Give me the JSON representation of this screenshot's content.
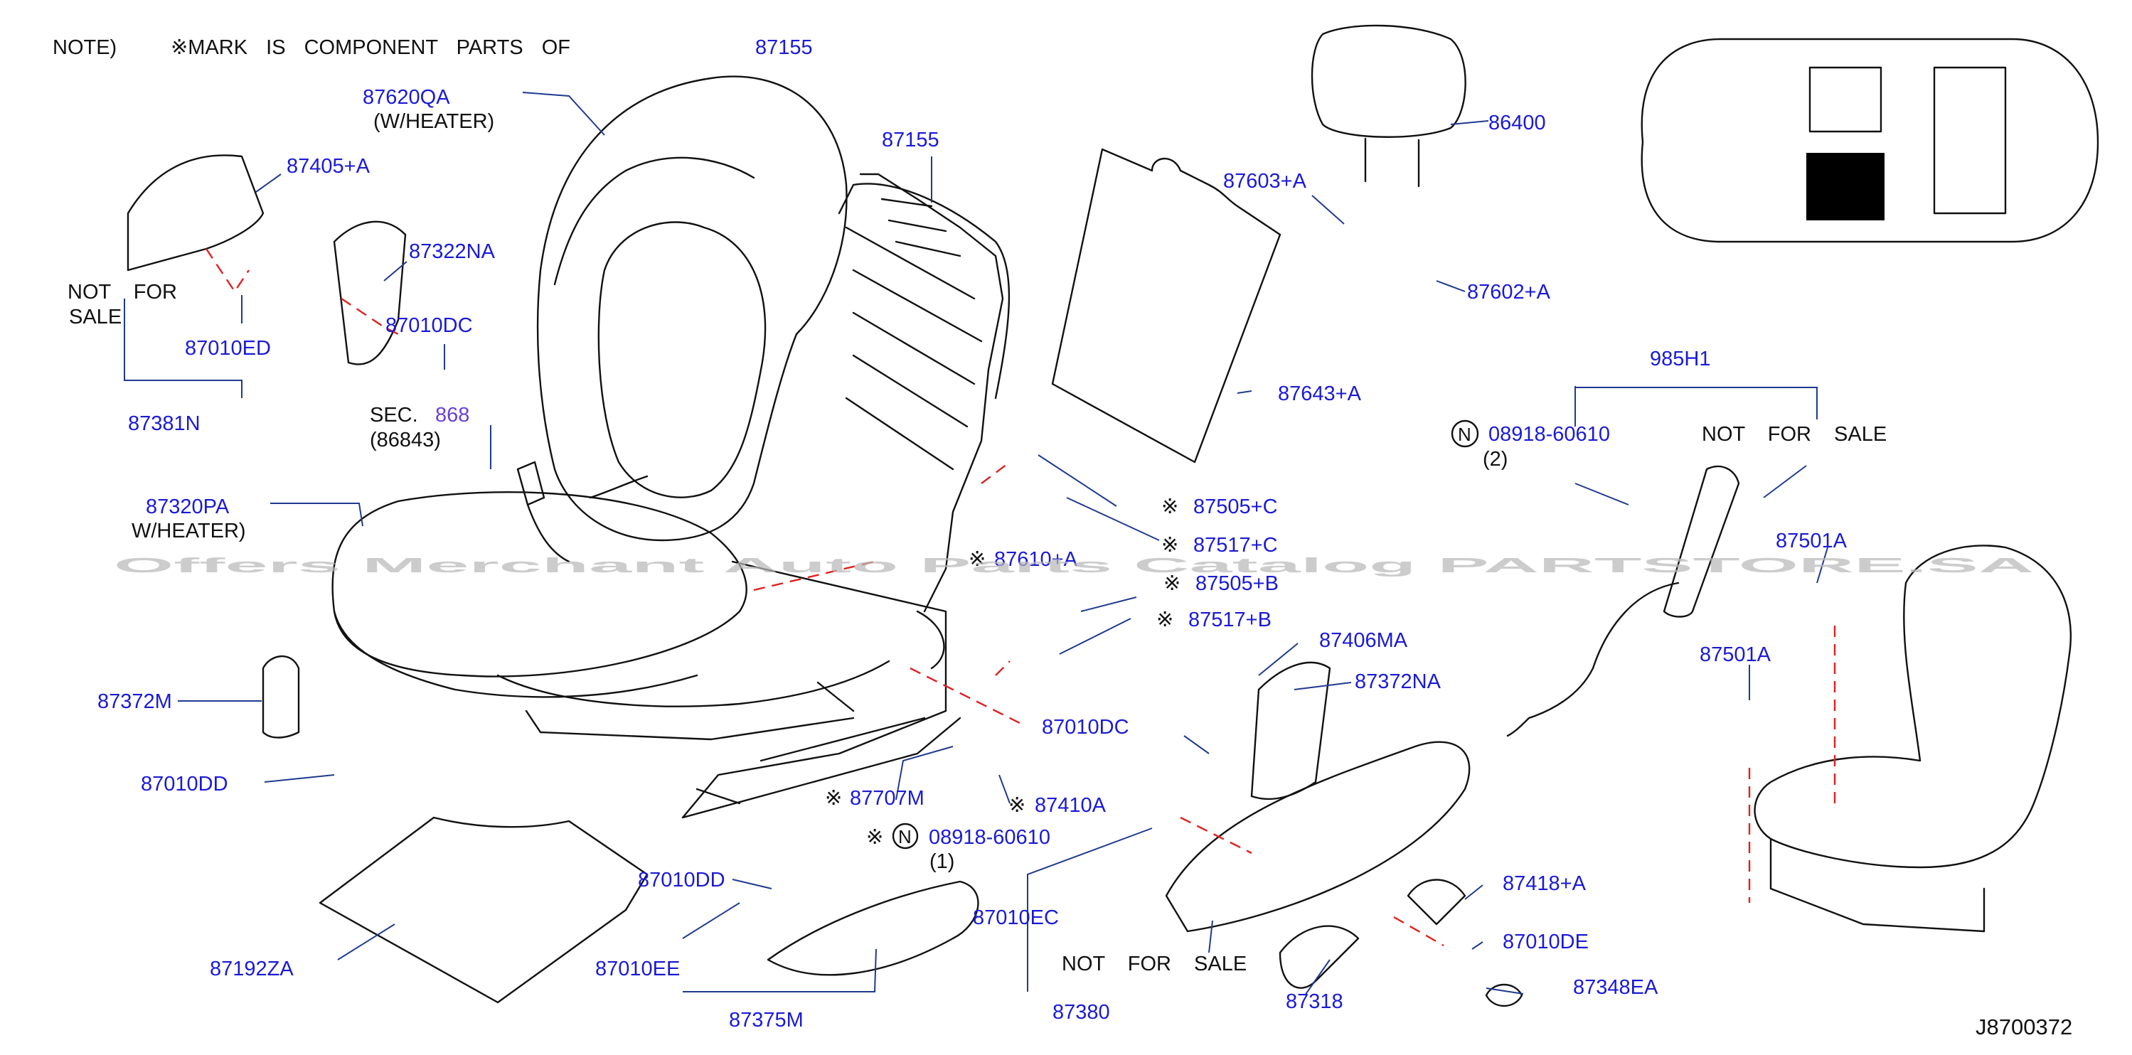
{
  "note": "NOTE)",
  "note_text": "※MARK IS COMPONENT PARTS OF",
  "note_part": "87155",
  "diagram_code": "J8700372",
  "watermark": "Offers Merchant Auto Parts Catalog PARTSTORE.SA",
  "text": {
    "w_heater_1": "(W/HEATER)",
    "w_heater_2": "W/HEATER)",
    "not_for": "NOT FOR",
    "sale": "SALE",
    "not_for_sale": "NOT FOR SALE",
    "sec": "SEC.",
    "sec_num": "868",
    "sec_sub": "(86843)",
    "qty_2": "(2)",
    "qty_1": "(1)",
    "mark": "※",
    "n": "N"
  },
  "parts": {
    "p87620QA": "87620QA",
    "p87155": "87155",
    "p87405A": "87405+A",
    "p87322NA": "87322NA",
    "p87010ED": "87010ED",
    "p87010DC_1": "87010DC",
    "p87381N": "87381N",
    "p87320PA": "87320PA",
    "p87372M": "87372M",
    "p87010DD_1": "87010DD",
    "p87192ZA": "87192ZA",
    "p87010DD_2": "87010DD",
    "p87010EE": "87010EE",
    "p87375M": "87375M",
    "p87707M": "87707M",
    "p87410A": "87410A",
    "p08918_1": "08918-60610",
    "p87505C": "87505+C",
    "p87517C": "87517+C",
    "p87610": "87610+A",
    "p87505B": "87505+B",
    "p87517B": "87517+B",
    "p87406MA": "87406MA",
    "p87372NA": "87372NA",
    "p87010DC_2": "87010DC",
    "p87010EC": "87010EC",
    "p87380": "87380",
    "p87318": "87318",
    "p87418A": "87418+A",
    "p87010DE": "87010DE",
    "p87348EA": "87348EA",
    "p86400": "86400",
    "p87603A": "87603+A",
    "p87602A": "87602+A",
    "p87643A": "87643+A",
    "p985H1": "985H1",
    "p08918_2": "08918-60610",
    "p87501A_1": "87501A",
    "p87501A_2": "87501A"
  }
}
